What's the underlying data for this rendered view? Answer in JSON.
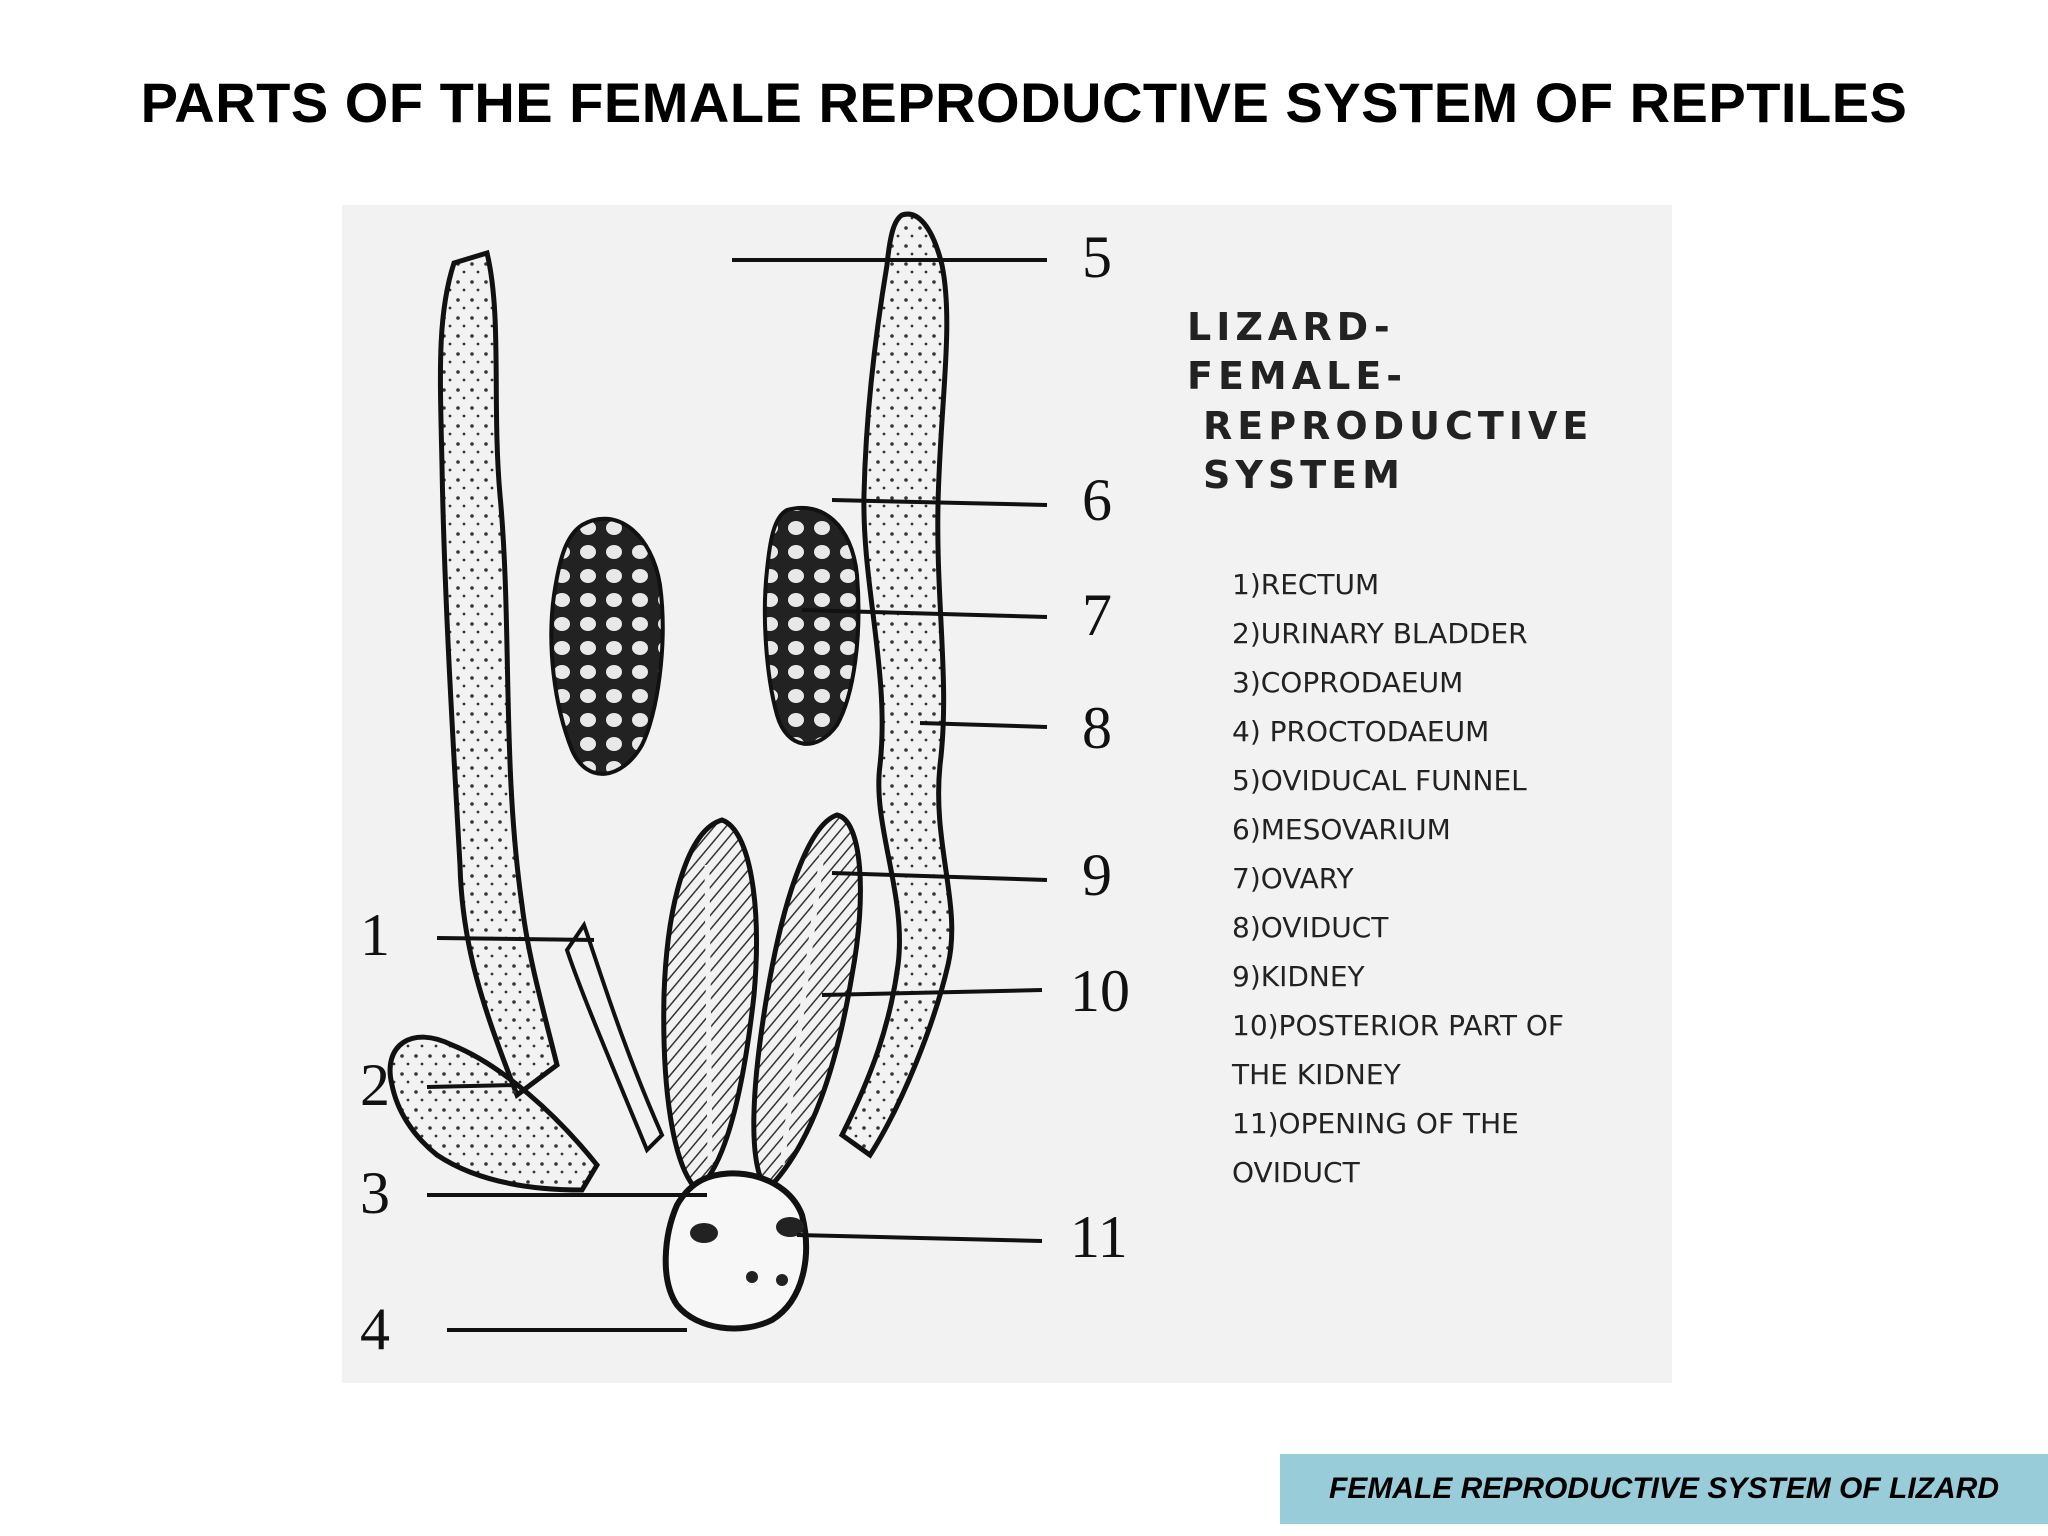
{
  "slide": {
    "title": "PARTS OF THE FEMALE REPRODUCTIVE SYSTEM OF REPTILES",
    "footer": "FEMALE REPRODUCTIVE SYSTEM OF LIZARD"
  },
  "figure": {
    "title_lines": [
      "LIZARD-",
      "FEMALE-",
      "REPRODUCTIVE",
      "SYSTEM"
    ],
    "labels": [
      "1",
      "2",
      "3",
      "4",
      "5",
      "6",
      "7",
      "8",
      "9",
      "10",
      "11"
    ],
    "legend": [
      "1)RECTUM",
      "2)URINARY BLADDER",
      "3)COPRODAEUM",
      "4) PROCTODAEUM",
      "5)OVIDUCAL FUNNEL",
      "6)MESOVARIUM",
      "7)OVARY",
      "8)OVIDUCT",
      "9)KIDNEY",
      "10)POSTERIOR PART OF",
      "THE KIDNEY",
      "11)OPENING OF THE",
      "OVIDUCT"
    ]
  }
}
